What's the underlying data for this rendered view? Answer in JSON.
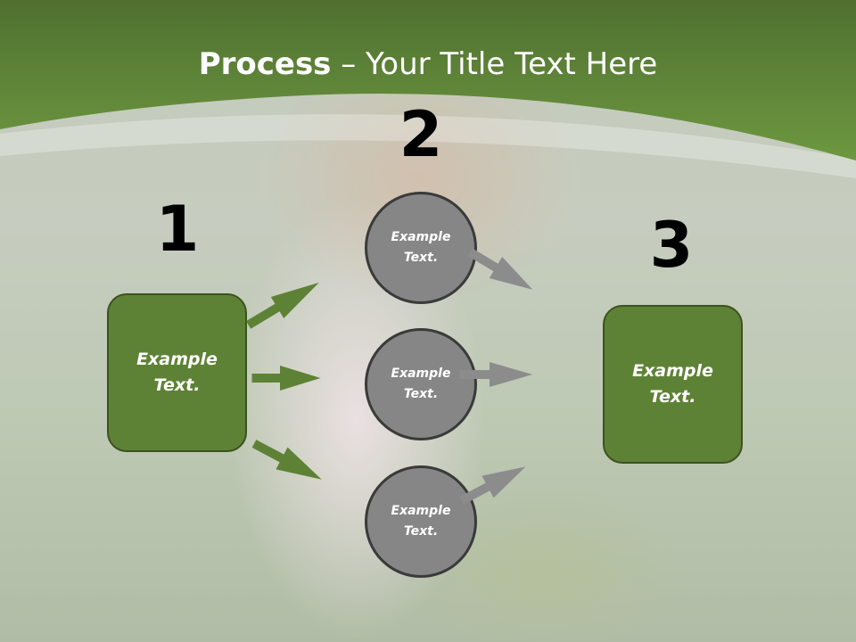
{
  "slide": {
    "title_bold": "Process",
    "title_rest": " – Your Title Text Here"
  },
  "colors": {
    "header_green": "#5e8235",
    "box_fill": "#5e8235",
    "circle_fill": "#868686",
    "arrow_green": "#5e8235",
    "arrow_gray": "#8c8c8c"
  },
  "steps": [
    {
      "number": "1",
      "label": "Example Text."
    },
    {
      "number": "2",
      "label": "Example Text."
    },
    {
      "number": "3",
      "label": "Example Text."
    }
  ],
  "circles": [
    {
      "label": "Example Text."
    },
    {
      "label": "Example Text."
    },
    {
      "label": "Example Text."
    }
  ]
}
